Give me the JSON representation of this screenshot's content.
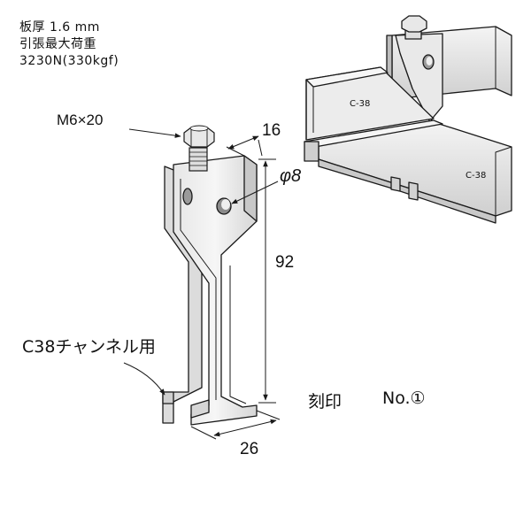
{
  "specs": {
    "thickness": "板厚 1.6 mm",
    "tensile_load_label": "引張最大荷重",
    "tensile_load_value": "3230N(330kgf)"
  },
  "labels": {
    "bolt": "M6×20",
    "width": "16",
    "hole": "φ8",
    "height": "92",
    "channel": "C38チャンネル用",
    "stamp": "刻印",
    "stamp_number": "No.①",
    "base": "26",
    "channel_top": "C-38",
    "channel_front": "C-38"
  },
  "colors": {
    "line": "#1a1a1a",
    "metal_light": "#f1f1f1",
    "metal_mid": "#d9d9d9",
    "metal_dark": "#b9b9b9"
  }
}
